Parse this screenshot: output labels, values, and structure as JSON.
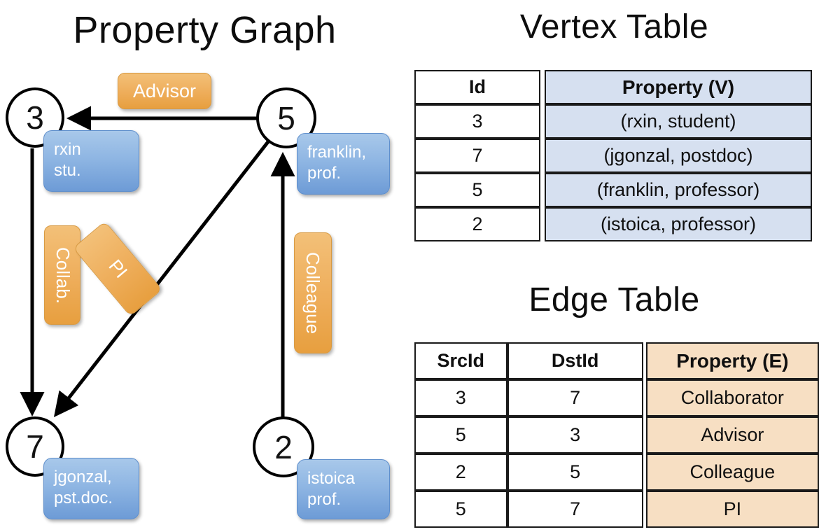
{
  "titles": {
    "property_graph": "Property Graph",
    "vertex_table": "Vertex Table",
    "edge_table": "Edge Table"
  },
  "graph": {
    "nodes": [
      {
        "id": "3",
        "label_line1": "rxin",
        "label_line2": "stu."
      },
      {
        "id": "5",
        "label_line1": "franklin,",
        "label_line2": "prof."
      },
      {
        "id": "7",
        "label_line1": "jgonzal,",
        "label_line2": "pst.doc."
      },
      {
        "id": "2",
        "label_line1": "istoica",
        "label_line2": "prof."
      }
    ],
    "edge_badges": [
      {
        "name": "advisor",
        "text": "Advisor"
      },
      {
        "name": "collab",
        "text": "Collab."
      },
      {
        "name": "pi",
        "text": "PI"
      },
      {
        "name": "colleague",
        "text": "Colleague"
      }
    ]
  },
  "vertex_table": {
    "headers": [
      "Id",
      "Property (V)"
    ],
    "rows": [
      {
        "id": "3",
        "property": "(rxin, student)"
      },
      {
        "id": "7",
        "property": "(jgonzal, postdoc)"
      },
      {
        "id": "5",
        "property": "(franklin, professor)"
      },
      {
        "id": "2",
        "property": "(istoica, professor)"
      }
    ]
  },
  "edge_table": {
    "headers": [
      "SrcId",
      "DstId",
      "Property (E)"
    ],
    "rows": [
      {
        "src": "3",
        "dst": "7",
        "property": "Collaborator"
      },
      {
        "src": "5",
        "dst": "3",
        "property": "Advisor"
      },
      {
        "src": "2",
        "dst": "5",
        "property": "Colleague"
      },
      {
        "src": "5",
        "dst": "7",
        "property": "PI"
      }
    ]
  },
  "colors": {
    "vertex_property_fill": "#d6e0f0",
    "edge_property_fill": "#f7dfc3",
    "node_label_blue": "#8fb6e3",
    "edge_badge_orange": "#eead5a",
    "stroke": "#000000"
  }
}
